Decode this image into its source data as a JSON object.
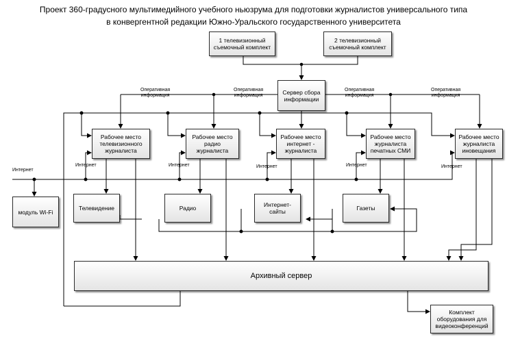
{
  "title": {
    "line1": "Проект 360-градусного мультимедийного учебного ньюзрума для подготовки журналистов универсального типа",
    "line2": "в конвергентной редакции Южно-Уральского государственного университета"
  },
  "boxes": {
    "tv_kit_1": "1 телевизионный\nсъемочный комплект",
    "tv_kit_2": "2 телевизионный\nсъемочный комплект",
    "server": "Сервер сбора\nинформации",
    "ws_tv": "Рабочее место\nтелевизионного\nжурналиста",
    "ws_radio": "Рабочее место\nрадио\nжурналиста",
    "ws_internet": "Рабочее место\nинтернет -\nжурналиста",
    "ws_print": "Рабочее место\nжурналиста\nпечатных СМИ",
    "ws_broadcast": "Рабочее место\nжурналиста\nиновещания",
    "wifi": "модуль Wi-Fi",
    "tv": "Телевидение",
    "radio": "Радио",
    "sites": "Интернет-\nсайты",
    "newspapers": "Газеты",
    "archive": "Архивный сервер",
    "videoconf": "Комплект\nоборудования для\nвидеоконференций"
  },
  "labels": {
    "oper_info": "Оперативная\nинформация",
    "internet": "Интернет"
  }
}
